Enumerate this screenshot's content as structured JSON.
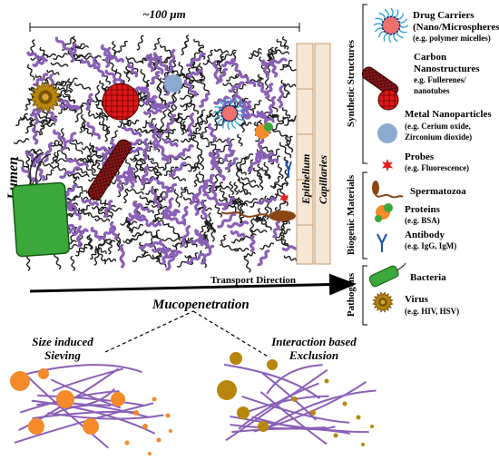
{
  "scale_label": "~100 μm",
  "lumen_label": "Lumen",
  "epithelium_label": "Epithelium",
  "capillaries_label": "Capillaries",
  "transport_label": "Transport Direction",
  "mucopenetration_label": "Mucopenetration",
  "sieving": {
    "line1": "Size induced",
    "line2": "Sieving"
  },
  "exclusion": {
    "line1": "Interaction based",
    "line2": "Exclusion"
  },
  "groups": {
    "synthetic": "Synthetic Structures",
    "biogenic": "Biogenic Materials",
    "pathogens": "Pathogens"
  },
  "legend": {
    "drug_carriers": {
      "line1": "Drug Carriers",
      "line2": "(Nano/Microspheres)",
      "line3": "(e.g. polymer micelles)"
    },
    "carbon": {
      "line1": "Carbon",
      "line2": "Nanostructures",
      "line3": "e.g. Fullerenes/",
      "line4": "nanotubes"
    },
    "metal": {
      "line1": "Metal Nanoparticles",
      "line2": "(e.g. Cerium oxide,",
      "line3": "Zirconium dioxide)"
    },
    "probes": {
      "line1": "Probes",
      "line2": "(e.g. Fluorescence)"
    },
    "sperm": {
      "line1": "Spermatozoa"
    },
    "proteins": {
      "line1": "Proteins",
      "line2": "(e.g. BSA)"
    },
    "antibody": {
      "line1": "Antibody",
      "line2": "(e.g. IgG, IgM)"
    },
    "bacteria": {
      "line1": "Bacteria"
    },
    "virus": {
      "line1": "Virus",
      "line2": "(e.g. HIV, HSV)"
    }
  },
  "colors": {
    "mucin_purple": "#8b5fb8",
    "mucin_black": "#1a1a1a",
    "particle_orange": "#f58a2a",
    "virus_gold": "#b8860b",
    "bacteria_green": "#3aa83a",
    "fullerene_red": "#e01818",
    "nanotube_red": "#8a1a1a",
    "metal_blue": "#8aaad0",
    "epithelium_fill": "#f6e6d4",
    "epithelium_border": "#c49a6c"
  }
}
